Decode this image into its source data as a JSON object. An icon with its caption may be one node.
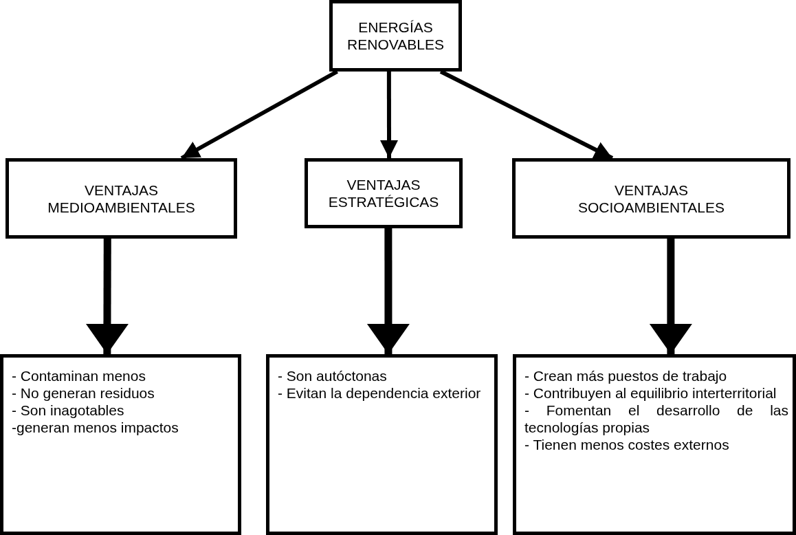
{
  "diagram": {
    "nodes": [
      {
        "text": [
          "ENERGÍAS RENOVABLES"
        ]
      },
      {
        "text": [
          "VENTAJAS MEDIOAMBIENTALES"
        ]
      },
      {
        "text": [
          "VENTAJAS ESTRATÉGICAS"
        ]
      },
      {
        "text": [
          "VENTAJAS SOCIOAMBIENTALES"
        ]
      },
      {
        "text": [
          "- Contaminan menos",
          "- No generan residuos",
          "- Son inagotables",
          "-generan menos impactos"
        ]
      },
      {
        "text": [
          "- Son autóctonas",
          "- Evitan la dependencia exterior"
        ]
      },
      {
        "text": [
          "- Crean más puestos de trabajo",
          "- Contribuyen al equilibrio interterritorial",
          "- Fomentan el desarrollo de las tecnologías propias",
          "- Tienen menos costes externos"
        ]
      }
    ],
    "edges": [
      {
        "from": 0,
        "to": 1,
        "arrow": "to"
      },
      {
        "from": 0,
        "to": 2,
        "arrow": "to"
      },
      {
        "from": 0,
        "to": 3,
        "arrow": "to"
      },
      {
        "from": 1,
        "to": 4,
        "arrow": "to",
        "style": "thick"
      },
      {
        "from": 2,
        "to": 5,
        "arrow": "to",
        "style": "thick"
      },
      {
        "from": 3,
        "to": 6,
        "arrow": "to",
        "style": "thick"
      }
    ]
  }
}
